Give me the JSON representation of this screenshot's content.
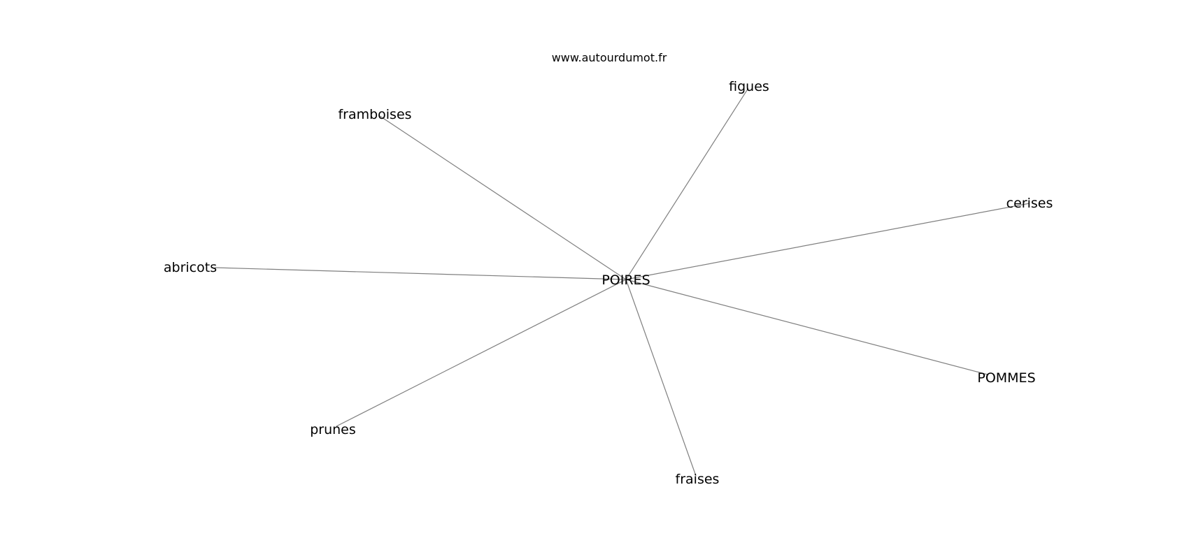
{
  "site": "www.autourdumot.fr",
  "diagram": {
    "center": "POIRES",
    "neighbors": [
      "figues",
      "framboises",
      "cerises",
      "abricots",
      "POMMES",
      "prunes",
      "fraises"
    ]
  },
  "colors": {
    "edge": "#7f7f7f",
    "text": "#000000",
    "background": "#ffffff"
  }
}
